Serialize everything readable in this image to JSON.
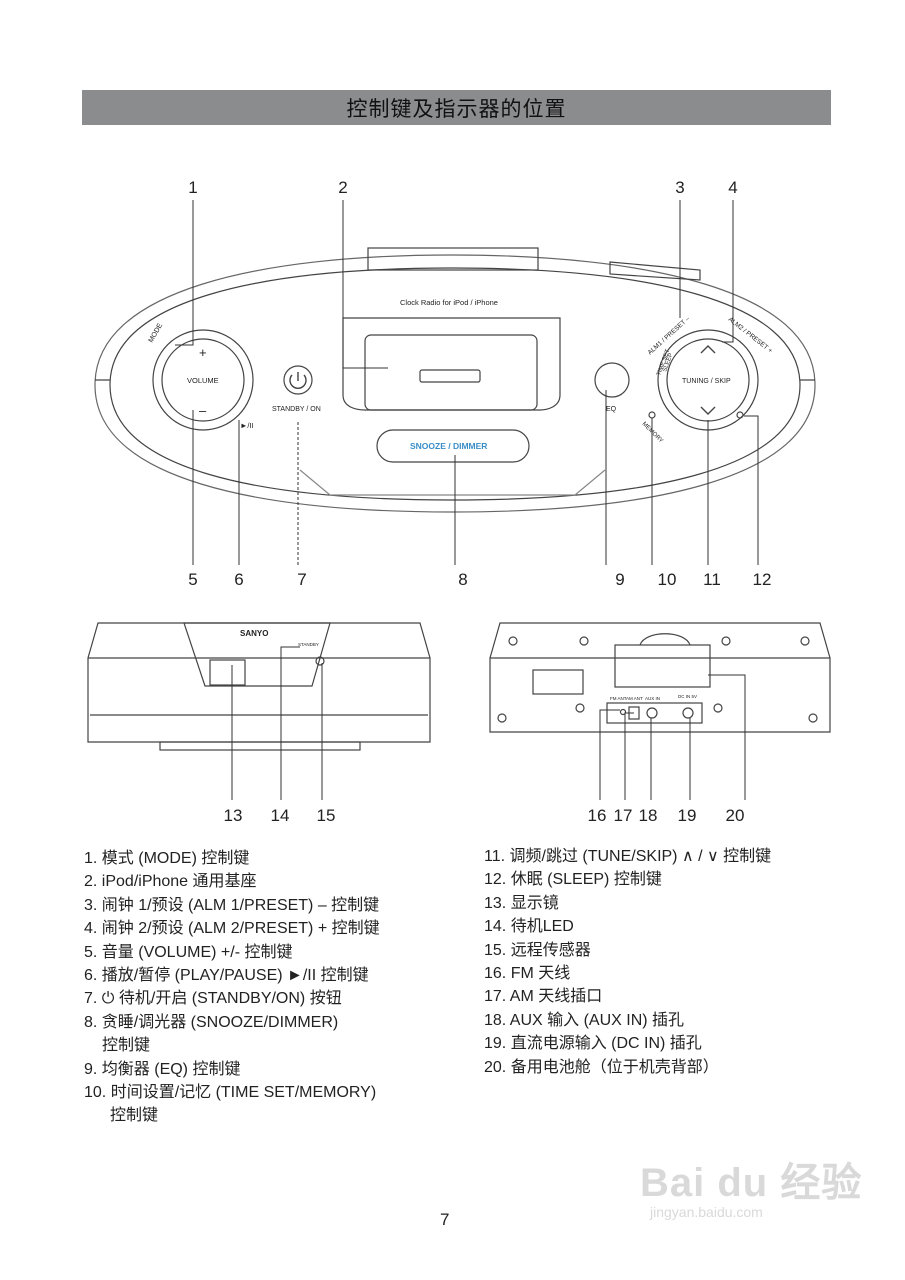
{
  "header": {
    "title": "控制键及指示器的位置"
  },
  "device_top": {
    "brand_text": "Clock Radio for iPod / iPhone",
    "mode": "MODE",
    "volume": "VOLUME",
    "plus": "+",
    "minus": "–",
    "play_pause": "►/II",
    "standby": "STANDBY / ON",
    "snooze": "SNOOZE / DIMMER",
    "eq": "EQ",
    "tuning": "TUNING / SKIP",
    "alm1": "ALM1 / PRESET –",
    "alm2": "ALM2 / PRESET +",
    "timeset": "TIME SET",
    "sleep": "SLEEP",
    "memory": "MEMORY"
  },
  "device_front": {
    "brand": "SANYO",
    "standby_label": "STANDBY"
  },
  "device_back": {
    "labels": [
      "FM ANT",
      "AM ANT",
      "AUX IN",
      "DC IN 5V"
    ]
  },
  "callouts_top": [
    "1",
    "2",
    "3",
    "4"
  ],
  "callouts_mid": [
    "5",
    "6",
    "7",
    "8",
    "9",
    "10",
    "11",
    "12"
  ],
  "callouts_front": [
    "13",
    "14",
    "15"
  ],
  "callouts_back": [
    "16",
    "17",
    "18",
    "19",
    "20"
  ],
  "list_left": [
    "1. 模式 (MODE) 控制键",
    "2. iPod/iPhone 通用基座",
    "3. 闹钟 1/预设 (ALM 1/PRESET) – 控制键",
    "4. 闹钟 2/预设 (ALM 2/PRESET) + 控制键",
    "5. 音量 (VOLUME) +/- 控制键",
    "6. 播放/暂停 (PLAY/PAUSE)   ►/II 控制键",
    "7.  ⏻ 待机/开启 (STANDBY/ON) 按钮",
    "8. 贪睡/调光器 (SNOOZE/DIMMER)",
    "控制键",
    "9.  均衡器 (EQ)  控制键",
    "10. 时间设置/记忆 (TIME SET/MEMORY)",
    "控制键"
  ],
  "list_right": [
    "11. 调频/跳过 (TUNE/SKIP) ∧ / ∨ 控制键",
    "12. 休眠 (SLEEP) 控制键",
    "13. 显示镜",
    "14. 待机LED",
    "15. 远程传感器",
    "16. FM 天线",
    "17. AM 天线插口",
    "18. AUX 输入 (AUX IN) 插孔",
    "19. 直流电源输入 (DC IN) 插孔",
    "20. 备用电池舱（位于机壳背部）"
  ],
  "page_number": "7",
  "watermark": {
    "main": "Bai du 经验",
    "sub": "jingyan.baidu.com"
  }
}
